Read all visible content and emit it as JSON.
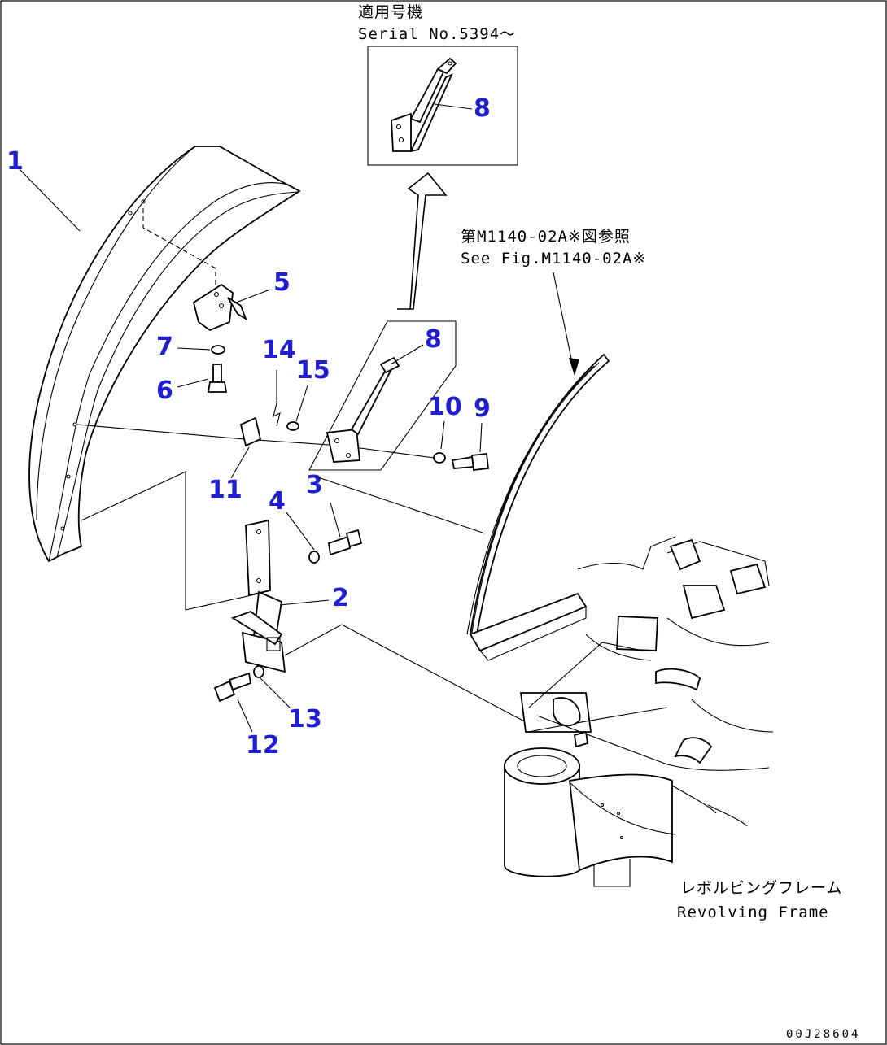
{
  "serial_box": {
    "title_jp": "適用号機",
    "title_en": "Serial No.5394～"
  },
  "reference": {
    "label_jp": "第M1140-02A※図参照",
    "label_en": "See Fig.M1140-02A※"
  },
  "frame": {
    "label_jp": "レボルビングフレーム",
    "label_en": "Revolving Frame"
  },
  "drawing_id": "00J28604",
  "callouts": {
    "c1": "1",
    "c2": "2",
    "c3": "3",
    "c4": "4",
    "c5": "5",
    "c6": "6",
    "c7": "7",
    "c8a": "8",
    "c8b": "8",
    "c9": "9",
    "c10": "10",
    "c11": "11",
    "c12": "12",
    "c13": "13",
    "c14": "14",
    "c15": "15"
  },
  "callout_color": "#1f1fd1"
}
